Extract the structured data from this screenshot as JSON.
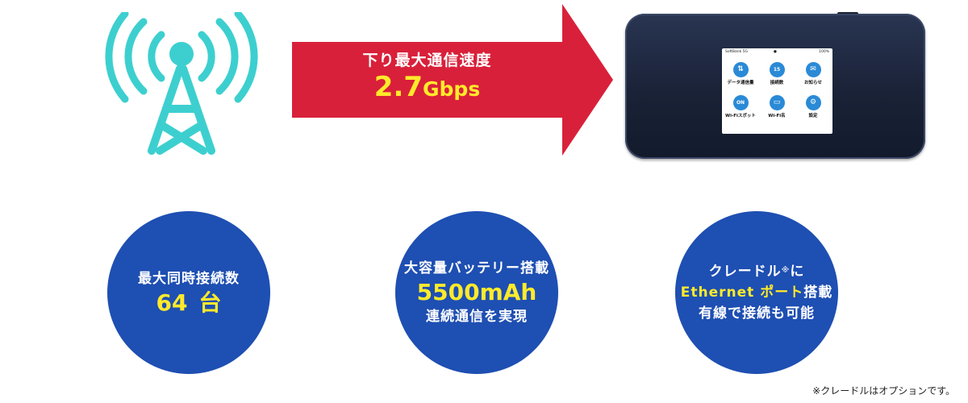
{
  "antenna": {
    "icon": "antenna-tower-icon",
    "color": "#3dcfcf"
  },
  "arrow": {
    "color": "#d9203a",
    "label": "下り最大通信速度",
    "speed_number": "2.7",
    "speed_unit": "Gbps",
    "highlight_color": "#ffea2b"
  },
  "device": {
    "status_left": "SoftBank 5G",
    "status_right": "100%",
    "tiles": [
      {
        "icon": "updown-arrows-icon",
        "glyph": "⇅",
        "label": "データ通信量"
      },
      {
        "icon": "network-icon",
        "glyph": "15",
        "label": "接続数"
      },
      {
        "icon": "mail-icon",
        "glyph": "✉",
        "label": "お知らせ"
      },
      {
        "icon": "wifi-icon",
        "glyph": "ON",
        "label": "Wi-Fiスポット"
      },
      {
        "icon": "wifi-name-icon",
        "glyph": "▭",
        "label": "Wi-Fi名"
      },
      {
        "icon": "gear-icon",
        "glyph": "⚙",
        "label": "設定"
      }
    ]
  },
  "features": [
    {
      "line1": "最大同時接続数",
      "big_value": "64",
      "big_unit": "台"
    },
    {
      "line1": "大容量バッテリー搭載",
      "big_value": "5500mAh",
      "line3": "連続通信を実現"
    },
    {
      "line1": "クレードル",
      "note_mark": "※",
      "line1_suffix": "に",
      "highlight": "Ethernet ポート",
      "line2_suffix": "搭載",
      "line3": "有線で接続も可能"
    }
  ],
  "circle_color": "#1e4fb2",
  "footnote": "※クレードルはオプションです。"
}
